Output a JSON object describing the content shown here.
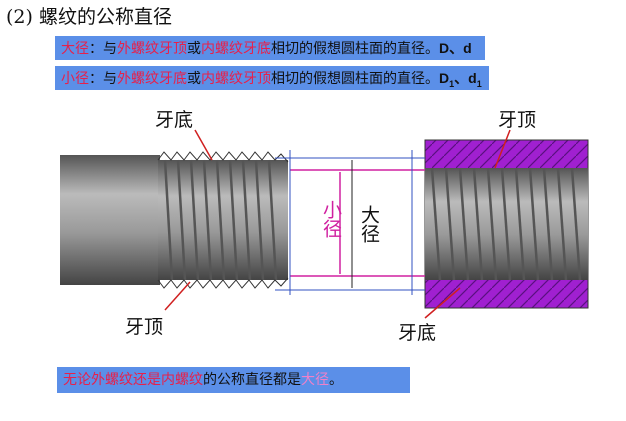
{
  "title": "(2) 螺纹的公称直径",
  "major": {
    "term": "大径",
    "colon": "：与",
    "ext": "外螺纹牙顶",
    "or": "或",
    "int": "内螺纹牙底",
    "rest": "相切的假想圆柱面的直径。",
    "sym": "D、d"
  },
  "minor": {
    "term": "小径",
    "colon": "：与",
    "ext": "外螺纹牙底",
    "or": "或",
    "int": "内螺纹牙顶",
    "rest": "相切的假想圆柱面的直径。",
    "sym1": "D",
    "sub1": "1",
    "sep": "、",
    "sym2": "d",
    "sub2": "1"
  },
  "diagram": {
    "root_top": "牙底",
    "crest_top": "牙顶",
    "crest_bottom": "牙顶",
    "root_bottom": "牙底",
    "minor_label": "小径",
    "major_label": "大径"
  },
  "note": {
    "a": "无论外螺纹还是内螺纹",
    "b": "的公称直径都是",
    "c": "大径",
    "d": "。"
  },
  "colors": {
    "box": "#5b8fe8",
    "red": "#e8204a",
    "nut": "#a020d0",
    "dim": "#d020a0"
  }
}
